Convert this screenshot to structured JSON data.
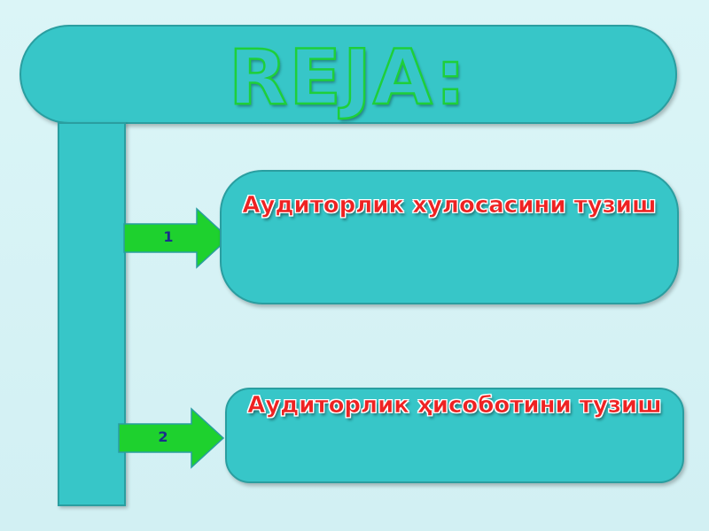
{
  "slide": {
    "title": "REJA:",
    "items": [
      {
        "number": "1",
        "text": "Аудиторлик хулосасини тузиш"
      },
      {
        "number": "2",
        "text": "Аудиторлик ҳисоботини тузиш"
      }
    ]
  },
  "colors": {
    "background": "#d7f3f5",
    "shape_fill": "#37c6c8",
    "shape_border": "#2a9ea0",
    "title_outline": "#1ecf3a",
    "arrow_fill": "#1ed12e",
    "item_text": "#ee2222",
    "number_text": "#1a2f8a"
  }
}
